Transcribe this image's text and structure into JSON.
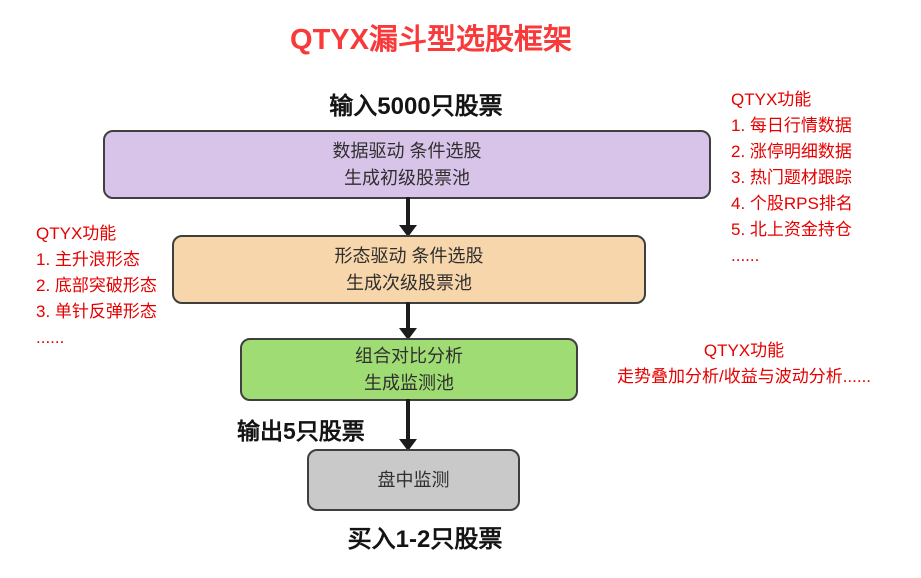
{
  "title": "QTYX漏斗型选股框架",
  "labels": {
    "input": "输入5000只股票",
    "output": "输出5只股票",
    "buy": "买入1-2只股票"
  },
  "boxes": [
    {
      "line1": "数据驱动 条件选股",
      "line2": "生成初级股票池"
    },
    {
      "line1": "形态驱动 条件选股",
      "line2": "生成次级股票池"
    },
    {
      "line1": "组合对比分析",
      "line2": "生成监测池"
    },
    {
      "line1": "盘中监测"
    }
  ],
  "annotations": {
    "right_top": {
      "title": "QTYX功能",
      "items": [
        "1. 每日行情数据",
        "2. 涨停明细数据",
        "3. 热门题材跟踪",
        "4. 个股RPS排名",
        "5. 北上资金持仓",
        "......"
      ]
    },
    "left_mid": {
      "title": "QTYX功能",
      "items": [
        "1. 主升浪形态",
        "2. 底部突破形态",
        "3. 单针反弹形态",
        "......"
      ]
    },
    "right_bottom": {
      "title": "QTYX功能",
      "items": [
        "走势叠加分析/收益与波动分析......"
      ]
    }
  },
  "colors": {
    "title_color": "#f83a3a",
    "annotation_color": "#e60000",
    "label_color": "#141414",
    "box1_bg": "#d8c3e9",
    "box2_bg": "#f8d6ab",
    "box3_bg": "#a0dc74",
    "box4_bg": "#c9c9c9",
    "box_border": "#3f3f3f",
    "arrow_color": "#1c1c1c"
  }
}
